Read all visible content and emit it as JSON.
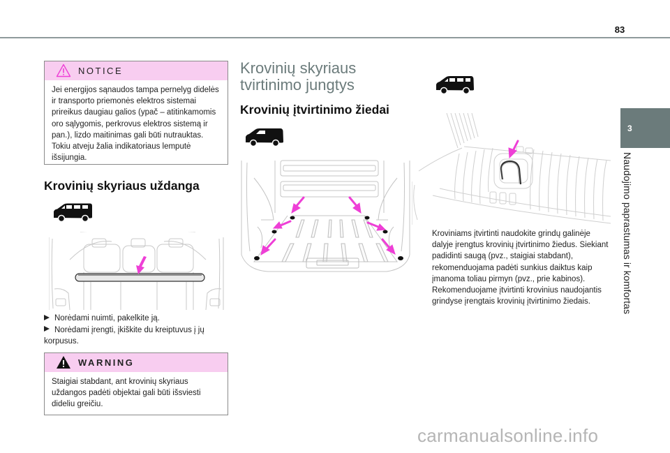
{
  "header": {
    "page_number": "83"
  },
  "chapter": {
    "number": "3",
    "title": "Naudojimo paprastumas ir komfortas"
  },
  "notice": {
    "label": "NOTICE",
    "icon": "warning-triangle-outline-icon",
    "text": "Jei energijos sąnaudos tampa pernelyg didelės ir transporto priemonės elektros sistemai prireikus daugiau galios (ypač – atitinkamomis oro sąlygomis, perkrovus elektros sistemą ir pan.), lizdo maitinimas gali būti nutrauktas. Tokiu atveju žalia indikatoriaus lemputė išsijungia."
  },
  "cover_section": {
    "heading": "Krovinių skyriaus uždanga",
    "van_icon": "passenger-van-icon",
    "steps": [
      "Norėdami nuimti, pakelkite ją.",
      "Norėdami įrengti, įkiškite du kreiptuvus į jų korpusus."
    ]
  },
  "warning": {
    "label": "WARNING",
    "icon": "warning-triangle-filled-icon",
    "text": "Staigiai stabdant, ant krovinių skyriaus uždangos padėti objektai gali būti išsviesti dideliu greičiu."
  },
  "anchor_section": {
    "title": "Krovinių skyriaus tvirtinimo jungtys",
    "subheading": "Krovinių įtvirtinimo žiedai",
    "van_icon": "panel-van-icon",
    "right_van_icon": "passenger-van-icon",
    "text": "Kroviniams įtvirtinti naudokite grindų galinėje dalyje įrengtus krovinių įtvirtinimo žiedus. Siekiant padidinti saugą (pvz., staigiai stabdant), rekomenduojama padėti sunkius daiktus kaip įmanoma toliau pirmyn (pvz., prie kabinos). Rekomenduojame įtvirtinti krovinius naudojantis grindyse įrengtais krovinių įtvirtinimo žiedais."
  },
  "colors": {
    "accent_pink": "#f8cdf0",
    "arrow_magenta": "#ee3fd6",
    "chapter_gray": "#6b7b7b"
  },
  "watermark": "carmanualsonline.info"
}
